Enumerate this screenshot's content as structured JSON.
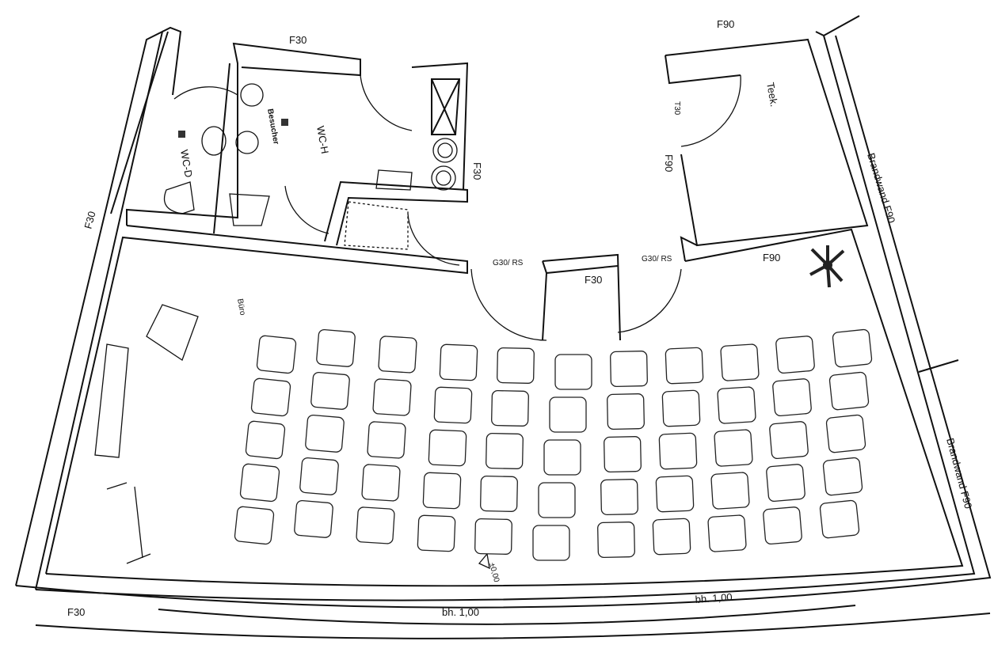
{
  "plan": {
    "labels": {
      "f30_top": "F30",
      "f90_top": "F90",
      "teek": "Teek.",
      "t30": "T30",
      "f90_teek": "F90",
      "brandwand_upper": "Brandwand F90",
      "brandwand_lower": "Brandwand F90",
      "f30_left": "F30",
      "wc_d": "WC-D",
      "wc_h": "WC-H",
      "besucher": "Besucher",
      "f30_wc": "F30",
      "g30_left": "G30/ RS",
      "f30_mid": "F30",
      "g30_right": "G30/ RS",
      "f90_right": "F90",
      "buero": "Büro",
      "level": "±0,00",
      "bh_left": "bh. 1,00",
      "bh_right": "bh. 1,00",
      "f30_bottom": "F30"
    }
  }
}
